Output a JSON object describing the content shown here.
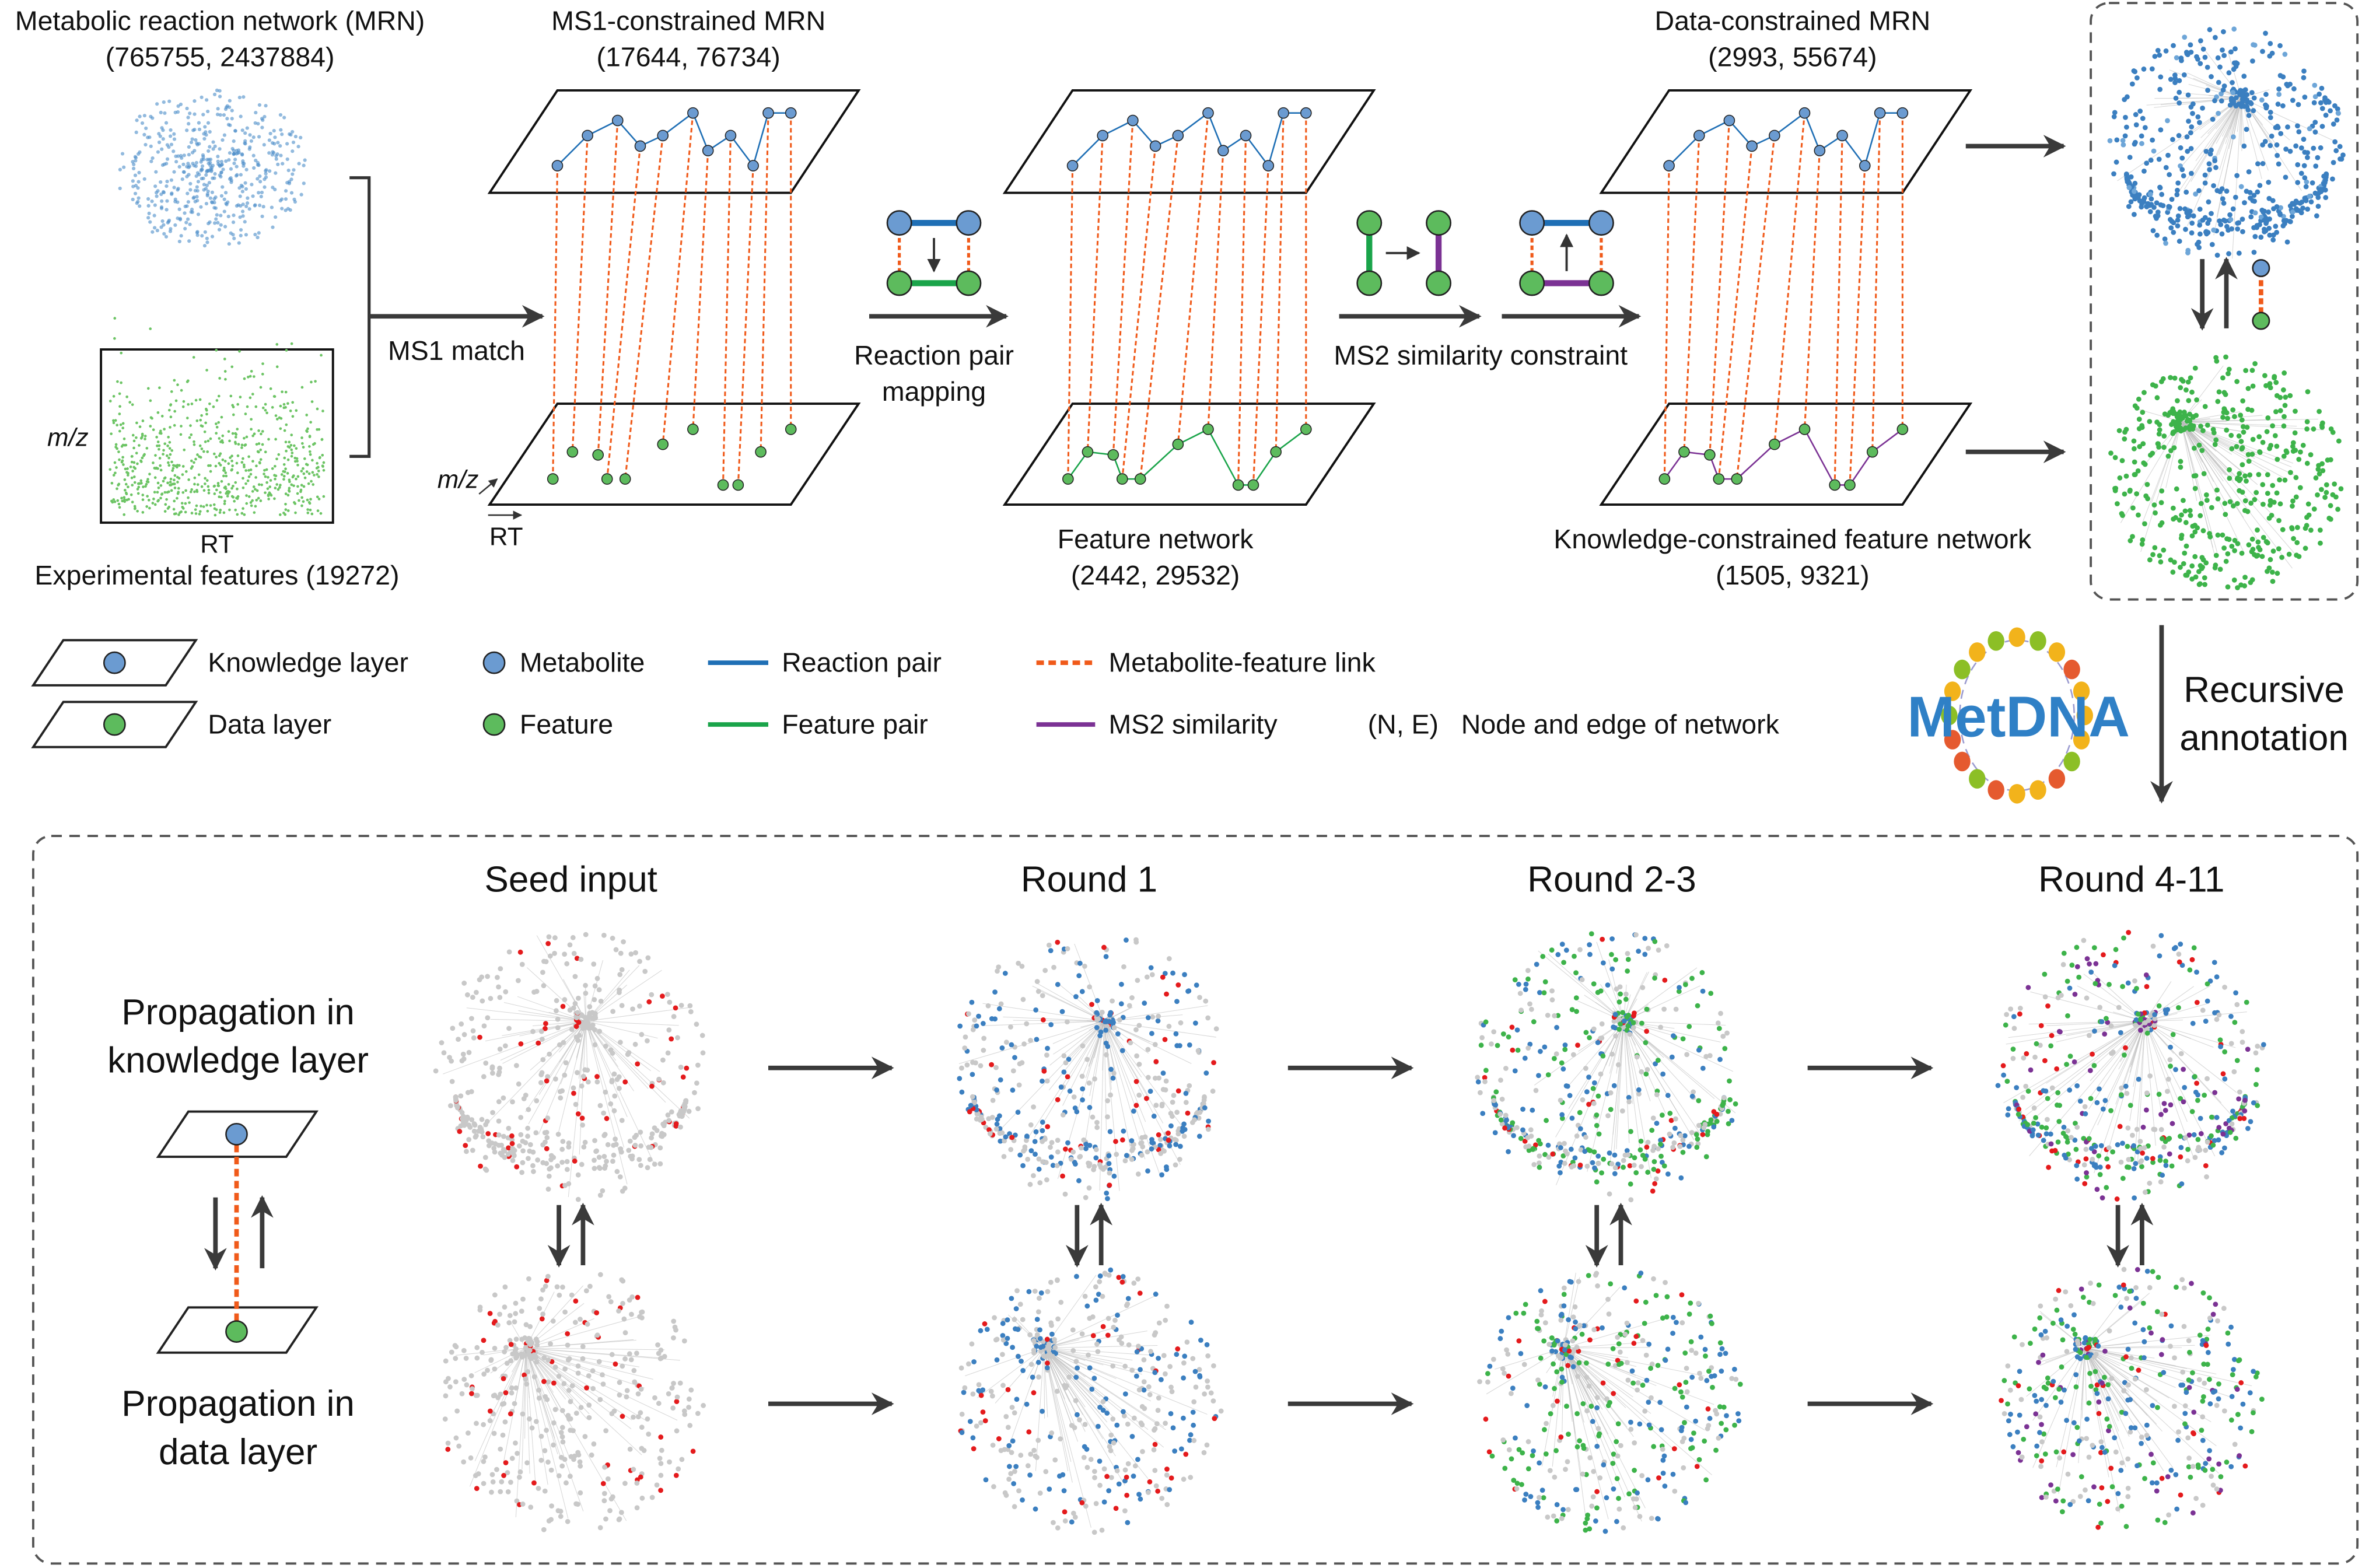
{
  "top": {
    "mrn_title": "Metabolic reaction network (MRN)",
    "mrn_counts": "(765755, 2437884)",
    "ms1_title": "MS1-constrained MRN",
    "ms1_counts": "(17644, 76734)",
    "data_title": "Data-constrained MRN",
    "data_counts": "(2993, 55674)",
    "scatter_y": "m/z",
    "scatter_x": "RT",
    "features_label": "Experimental features (19272)",
    "ms1_match": "MS1 match",
    "axis_mz": "m/z",
    "axis_rt": "RT",
    "reaction_pair_1": "Reaction pair",
    "reaction_pair_2": "mapping",
    "ms2_constraint": "MS2 similarity constraint",
    "feature_network": "Feature network",
    "feature_counts": "(2442, 29532)",
    "kc_network": "Knowledge-constrained feature network",
    "kc_counts": "(1505, 9321)"
  },
  "legend": {
    "knowledge_layer": "Knowledge layer",
    "data_layer": "Data layer",
    "metabolite": "Metabolite",
    "feature": "Feature",
    "reaction_pair": "Reaction pair",
    "feature_pair": "Feature pair",
    "link": "Metabolite-feature link",
    "ms2": "MS2 similarity",
    "ne_symbol": "(N, E)",
    "ne_label": "Node and edge of network"
  },
  "logo": {
    "text": "MetDNA"
  },
  "recursive": {
    "line1": "Recursive",
    "line2": "annotation"
  },
  "bottom": {
    "rounds": [
      "Seed input",
      "Round 1",
      "Round 2-3",
      "Round 4-11"
    ],
    "knowledge_1": "Propagation in",
    "knowledge_2": "knowledge layer",
    "data_1": "Propagation in",
    "data_2": "data layer"
  },
  "colors": {
    "metabolite": "#3b7fc0",
    "feature": "#3db34a",
    "reaction_pair": "#1f6fb5",
    "feature_pair": "#1aa44a",
    "link": "#f05a1a",
    "ms2": "#7b3294",
    "seed": "#e41a1c",
    "gray": "#c8c8c8",
    "arrow": "#3a3a3a"
  }
}
